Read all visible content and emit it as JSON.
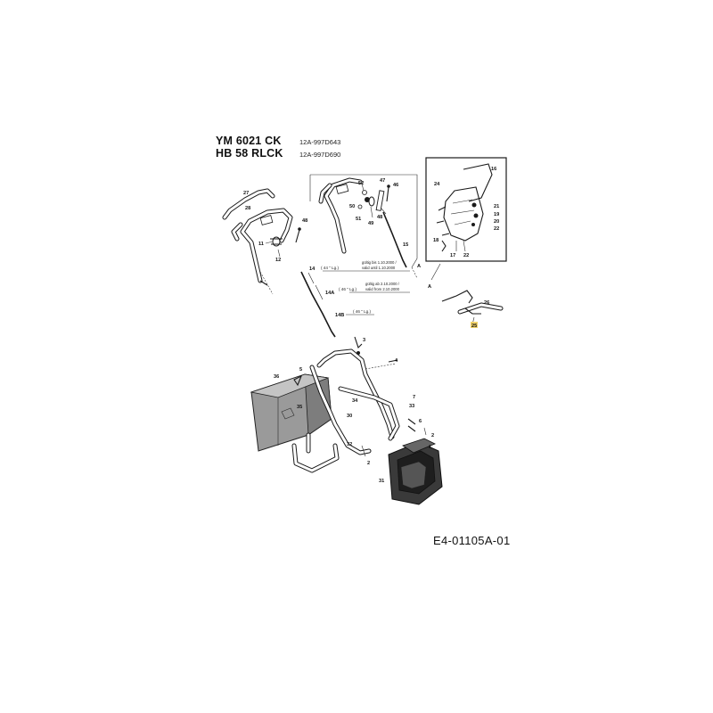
{
  "header": {
    "models": [
      {
        "name": "YM 6021 CK",
        "part_number": "12A-997D643"
      },
      {
        "name": "HB 58 RLCK",
        "part_number": "12A-997D690"
      }
    ]
  },
  "notes": {
    "valid_until_line1": "gültig bis 1.10.2000 /",
    "valid_until_line2": "valid until 1.10.2000",
    "valid_from_line1": "gültig ab 2.10.2000 /",
    "valid_from_line2": "valid from 2.10.2000"
  },
  "cable_lengths": {
    "len_14": "( 44 \" Lg.)",
    "len_14a": "( 46 \" Lg.)",
    "len_14b": "( 46 \" Lg.)"
  },
  "labels": {
    "l27": "27",
    "l28": "28",
    "l11": "11",
    "l12": "12",
    "l48a": "48",
    "l52": "52",
    "l47": "47",
    "l46": "46",
    "l50": "50",
    "l51": "51",
    "l48b": "48",
    "l49": "49",
    "l15": "15",
    "l14": "14",
    "l14a": "14A",
    "l14b": "14B",
    "l16": "16",
    "l24": "24",
    "l21": "21",
    "l19": "19",
    "l20": "20",
    "l22a": "22",
    "l18": "18",
    "l17": "17",
    "l22b": "22",
    "lA1": "A",
    "lA2": "A",
    "l26": "26",
    "l25": "25",
    "l3": "3",
    "l4": "4",
    "l36": "36",
    "l5": "5",
    "l35": "35",
    "l34": "34",
    "l30": "30",
    "l7": "7",
    "l33": "33",
    "l32": "32",
    "l2a": "2",
    "l6": "6",
    "l1": "1",
    "l2b": "2",
    "l31": "31"
  },
  "footer": {
    "diagram_id": "E4-01105A-01"
  }
}
